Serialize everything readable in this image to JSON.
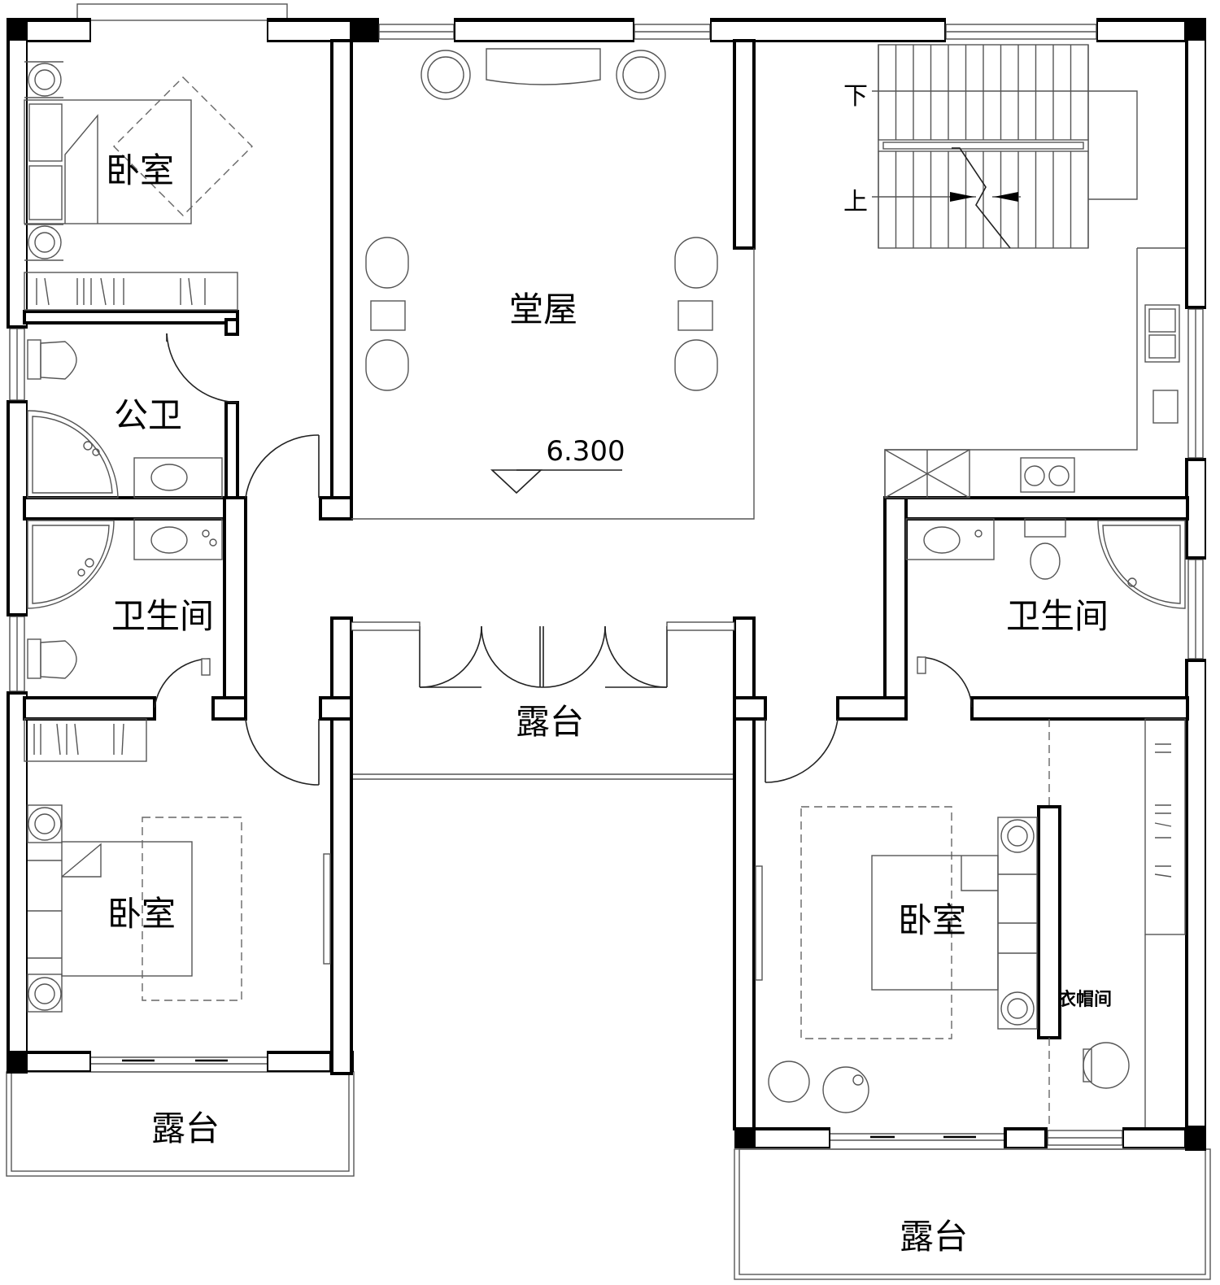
{
  "rooms": {
    "bedroom_nw": "卧室",
    "public_bath": "公卫",
    "hall": "堂屋",
    "bath_w": "卫生间",
    "bath_e": "卫生间",
    "terrace_center": "露台",
    "bedroom_sw": "卧室",
    "bedroom_se": "卧室",
    "closet": "衣帽间",
    "terrace_sw": "露台",
    "terrace_se": "露台"
  },
  "elevation": "6.300",
  "stairs": {
    "down": "下",
    "up": "上"
  }
}
